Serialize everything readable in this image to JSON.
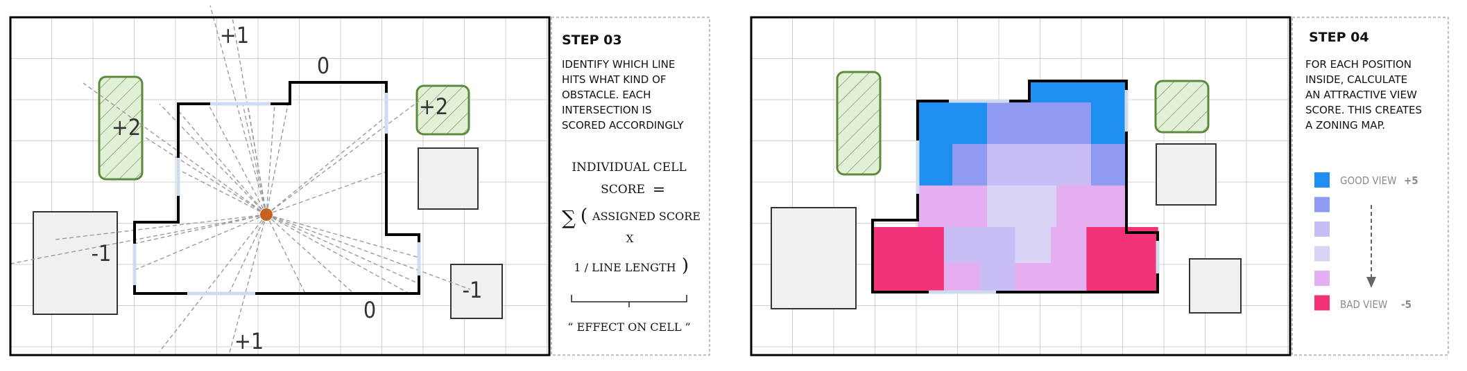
{
  "step3": {
    "title": "STEP 03",
    "description": [
      "IDENTIFY WHICH LINE",
      "HITS WHAT KIND OF",
      "OBSTACLE. EACH",
      "INTERSECTION IS",
      "SCORED ACCORDINGLY"
    ],
    "formula": {
      "line1": "INDIVIDUAL CELL",
      "line2": "SCORE",
      "equals": "=",
      "sigma": "∑",
      "open_paren": "(",
      "term1": "ASSIGNED SCORE",
      "times": "X",
      "term2": "1 / LINE LENGTH",
      "close_paren": ")",
      "caption": "“ EFFECT ON CELL ”"
    },
    "scores": {
      "tree_left": "+2",
      "tree_right": "+2",
      "building_left": "-1",
      "building_right": "-1",
      "top_open": "+1",
      "bottom_open": "+1",
      "top_wall": "0",
      "bottom_wall": "0"
    },
    "colors": {
      "origin_dot": "#c8601e",
      "tree_fill": "#e3f0d8",
      "tree_stroke": "#5b8a3a"
    }
  },
  "step4": {
    "title": "STEP 04",
    "description": [
      "FOR EACH POSITION",
      "INSIDE, CALCULATE",
      "AN ATTRACTIVE VIEW",
      "SCORE. THIS CREATES",
      "A ZONING MAP."
    ],
    "legend": {
      "good_label": "GOOD VIEW",
      "good_value": "+5",
      "bad_label": "BAD VIEW",
      "bad_value": "-5",
      "swatches": [
        {
          "level": "+5",
          "color": "#1e8ff0"
        },
        {
          "level": "+3",
          "color": "#8f9bf2"
        },
        {
          "level": "+1",
          "color": "#c9bdf5"
        },
        {
          "level": "0",
          "color": "#d9d4f5"
        },
        {
          "level": "-1",
          "color": "#e4aef0"
        },
        {
          "level": "-5",
          "color": "#f23276"
        }
      ]
    },
    "zoning_map": {
      "rows": [
        [
          null,
          null,
          null,
          null,
          "+5",
          "+5",
          null
        ],
        [
          "+5",
          "+5",
          "+3",
          "+3",
          "+3",
          "+5",
          null
        ],
        [
          "+5",
          "+3",
          "+1",
          "+1",
          "+1",
          "+3",
          null
        ],
        [
          "-1",
          "-1",
          "0",
          "0",
          "-1",
          "-1",
          null
        ],
        [
          "-5",
          "-5",
          "+1",
          "+1",
          "0",
          "-1",
          "-5",
          "-5"
        ],
        [
          "-5",
          "-5",
          "-1",
          "+1",
          "-1",
          "-1",
          "-5",
          "-5"
        ]
      ]
    }
  }
}
